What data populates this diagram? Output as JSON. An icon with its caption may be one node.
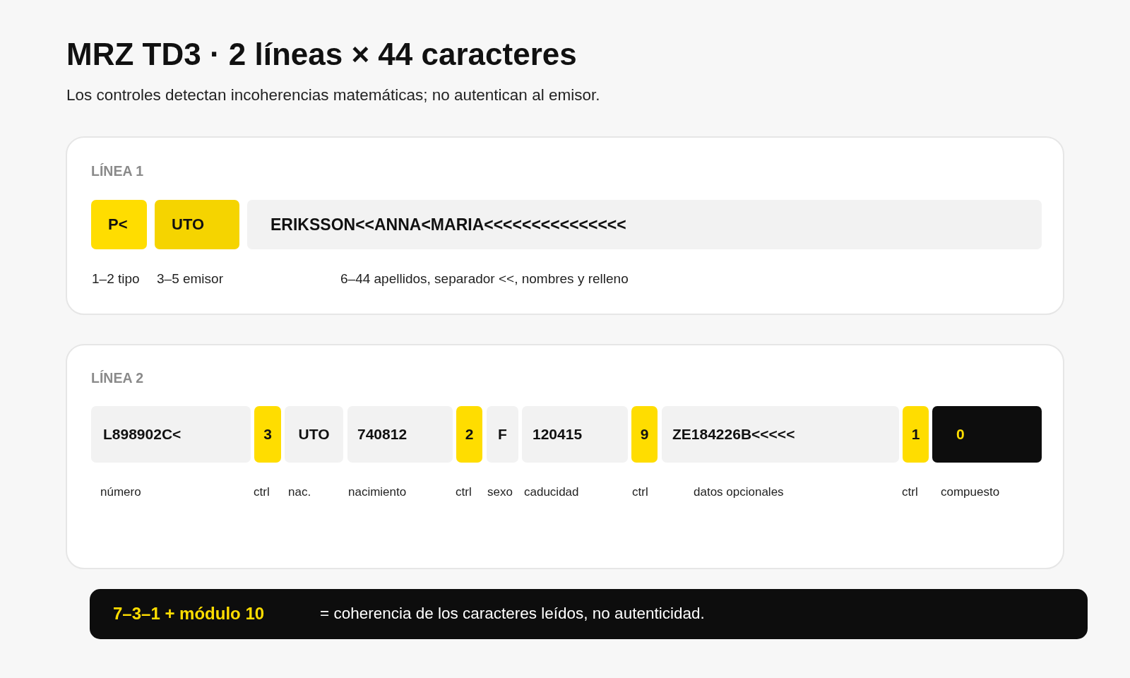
{
  "diagram": {
    "title": "MRZ TD3 · 2 líneas × 44 caracteres",
    "nodes": [
      {
        "text": [
          "LÍNEA 1"
        ]
      },
      {
        "text": [
          "P<"
        ],
        "in": 0,
        "beside": [
          "1–2 tipo"
        ]
      },
      {
        "text": [
          "UTO"
        ],
        "in": 0,
        "beside": [
          "3–5 emisor"
        ]
      },
      {
        "text": [
          "ERIKSSON<<ANNA<MARIA<<<<<<<<<<<<<<<"
        ],
        "in": 0,
        "beside": [
          "6–44 apellidos, separador <<, nombres y relleno"
        ]
      },
      {
        "text": [
          "LÍNEA 2"
        ]
      },
      {
        "text": [
          "L898902C<"
        ],
        "in": 4,
        "beside": [
          "número"
        ]
      },
      {
        "text": [
          "3"
        ],
        "in": 4,
        "beside": [
          "ctrl"
        ]
      },
      {
        "text": [
          "UTO"
        ],
        "in": 4,
        "beside": [
          "nac."
        ]
      },
      {
        "text": [
          "740812"
        ],
        "in": 4,
        "beside": [
          "nacimiento"
        ]
      },
      {
        "text": [
          "2"
        ],
        "in": 4,
        "beside": [
          "ctrl"
        ]
      },
      {
        "text": [
          "F"
        ],
        "in": 4,
        "beside": [
          "sexo"
        ]
      },
      {
        "text": [
          "120415"
        ],
        "in": 4,
        "beside": [
          "caducidad"
        ]
      },
      {
        "text": [
          "9"
        ],
        "in": 4,
        "beside": [
          "ctrl"
        ]
      },
      {
        "text": [
          "ZE184226B<<<<<"
        ],
        "in": 4,
        "beside": [
          "datos opcionales"
        ]
      },
      {
        "text": [
          "1"
        ],
        "in": 4,
        "beside": [
          "ctrl"
        ]
      },
      {
        "text": [
          "0"
        ],
        "in": 4,
        "beside": [
          "compuesto"
        ]
      },
      {
        "text": [
          "7–3–1 + módulo 10",
          "= coherencia de los caracteres leídos, no autenticidad."
        ]
      }
    ],
    "edges": [],
    "labels": [
      "Los controles detectan incoherencias matemáticas; no autentican al emisor."
    ]
  }
}
